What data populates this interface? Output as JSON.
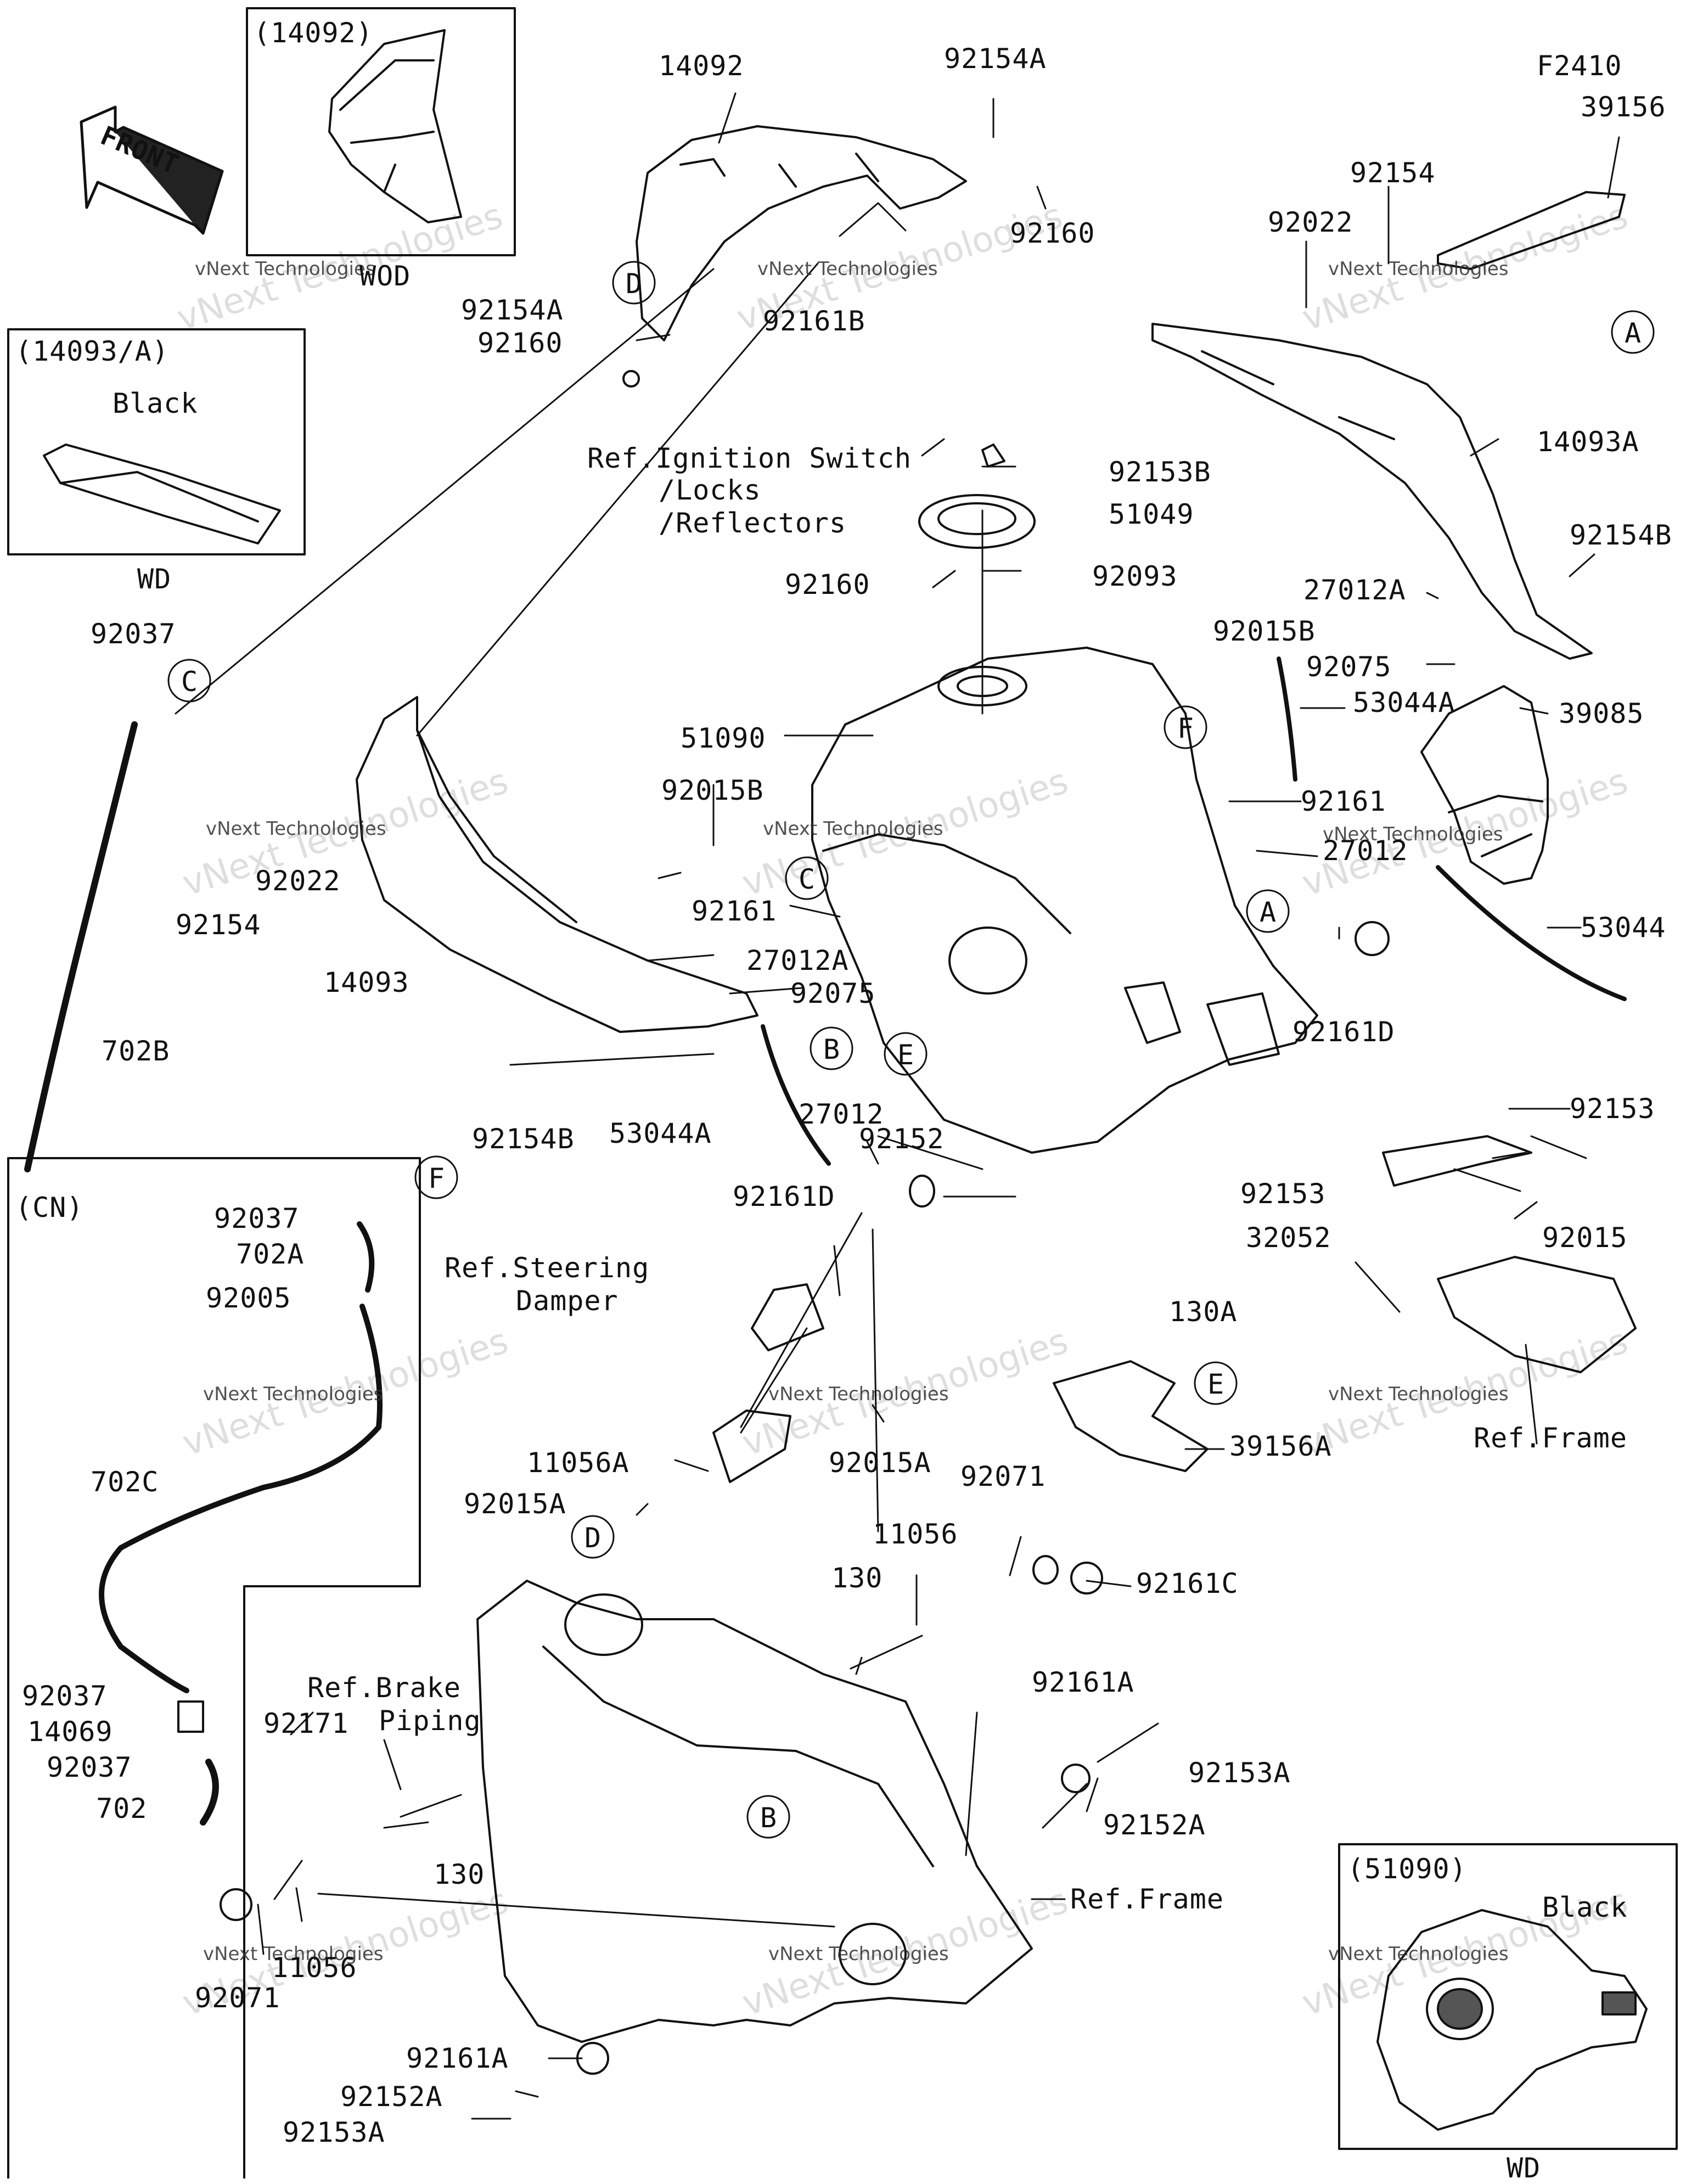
{
  "diagram": {
    "code": "F2410",
    "front_arrow": "FRONT",
    "watermark": "vNext Technologies",
    "watermark_big": "vNext Technologies"
  },
  "insets": {
    "wod_box": {
      "title": "(14092)",
      "caption": "WOD"
    },
    "wd_box": {
      "title": "(14093/A)",
      "note": "Black",
      "caption": "WD"
    },
    "cn_box": {
      "title": "(CN)"
    },
    "tank_box": {
      "title": "(51090)",
      "note": "Black",
      "caption": "WD"
    }
  },
  "callouts": [
    "A",
    "B",
    "C",
    "D",
    "E",
    "F"
  ],
  "labels": {
    "p14092": "14092",
    "p92154A_1": "92154A",
    "p92160_1": "92160",
    "p92161B": "92161B",
    "p92154A_2": "92154A",
    "p92160_2": "92160",
    "p39156": "39156",
    "p92154": "92154",
    "p92022_1": "92022",
    "p14093A": "14093A",
    "p92154B_1": "92154B",
    "p27012A_1": "27012A",
    "p92075_1": "92075",
    "p53044A_1": "53044A",
    "p39085": "39085",
    "p92161_1": "92161",
    "p27012_1": "27012",
    "p53044": "53044",
    "ref_ignition": "Ref.Ignition Switch",
    "ref_locks": "/Locks",
    "ref_reflectors": "/Reflectors",
    "p92153B": "92153B",
    "p51049": "51049",
    "p92160_3": "92160",
    "p92093": "92093",
    "p92015B_1": "92015B",
    "p51090": "51090",
    "p92015B_2": "92015B",
    "p92161_2": "92161",
    "p92037_1": "92037",
    "p92022_2": "92022",
    "p92154_2": "92154",
    "p14093": "14093",
    "p27012A_2": "27012A",
    "p92075_2": "92075",
    "p702B": "702B",
    "p92154B_2": "92154B",
    "p53044A_2": "53044A",
    "p27012_2": "27012",
    "p92152": "92152",
    "p92161D_1": "92161D",
    "p92161D_2": "92161D",
    "p92153_1": "92153",
    "p92153_2": "92153",
    "p92015_1": "92015",
    "p32052": "32052",
    "p130A": "130A",
    "ref_frame_1": "Ref.Frame",
    "p39156A": "39156A",
    "p92037_2": "92037",
    "p702A": "702A",
    "p92005": "92005",
    "p702C": "702C",
    "p92037_3": "92037",
    "p14069": "14069",
    "p92037_4": "92037",
    "p702": "702",
    "ref_steering": "Ref.Steering",
    "ref_damper": "Damper",
    "p11056A": "11056A",
    "p92015A_1": "92015A",
    "p92015A_2": "92015A",
    "p92071_1": "92071",
    "p11056_1": "11056",
    "p130_1": "130",
    "p92161C": "92161C",
    "p92161A_1": "92161A",
    "p92153A_1": "92153A",
    "p92152A_1": "92152A",
    "ref_frame_2": "Ref.Frame",
    "ref_brake": "Ref.Brake",
    "ref_piping": "Piping",
    "p92171": "92171",
    "p130_2": "130",
    "p11056_2": "11056",
    "p92071_2": "92071",
    "p92161A_2": "92161A",
    "p92152A_2": "92152A",
    "p92153A_2": "92153A"
  }
}
